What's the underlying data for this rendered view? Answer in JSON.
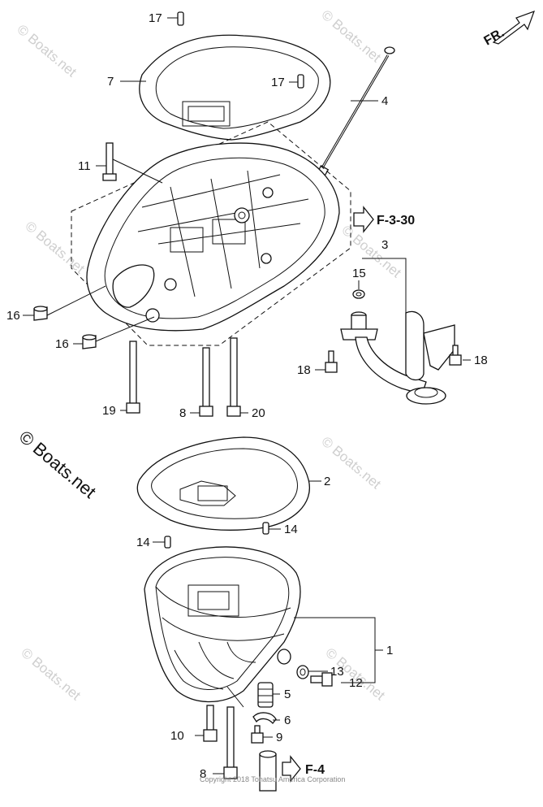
{
  "watermark": {
    "site": "© Boats.net",
    "copyright": "Copyright 2018 Tohatsu America Corporation"
  },
  "direction_tag": "FR.",
  "references": [
    {
      "id": "ref-f-3-30",
      "label": "F-3-30"
    },
    {
      "id": "ref-f-4",
      "label": "F-4"
    }
  ],
  "callouts": [
    "17",
    "7",
    "17",
    "4",
    "11",
    "3",
    "15",
    "16",
    "16",
    "18",
    "18",
    "19",
    "8",
    "20",
    "2",
    "14",
    "14",
    "1",
    "13",
    "12",
    "5",
    "6",
    "10",
    "9",
    "8"
  ]
}
